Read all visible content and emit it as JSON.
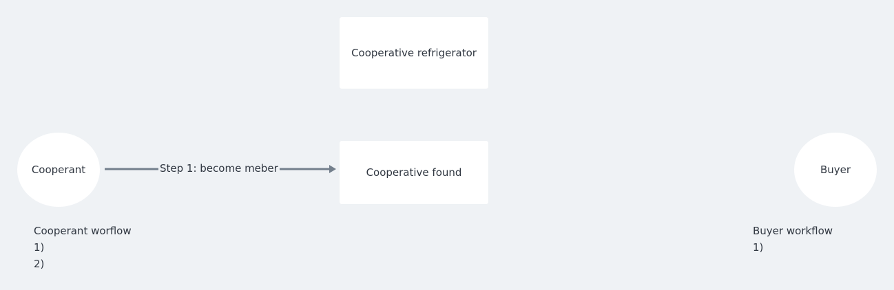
{
  "nodes": {
    "refrigerator": {
      "label": "Cooperative refrigerator"
    },
    "fund": {
      "label": "Cooperative found"
    },
    "cooperant": {
      "label": "Cooperant"
    },
    "buyer": {
      "label": "Buyer"
    }
  },
  "edges": {
    "step1": {
      "label": "Step 1: become meber"
    }
  },
  "notes": {
    "cooperant_workflow": {
      "title": "Cooperant worflow",
      "lines": [
        "1)",
        "2)"
      ]
    },
    "buyer_workflow": {
      "title": "Buyer workflow",
      "lines": [
        "1)"
      ]
    }
  },
  "colors": {
    "background": "#eff2f5",
    "node_fill": "#ffffff",
    "edge": "#737f8c",
    "text": "#2f3640"
  }
}
